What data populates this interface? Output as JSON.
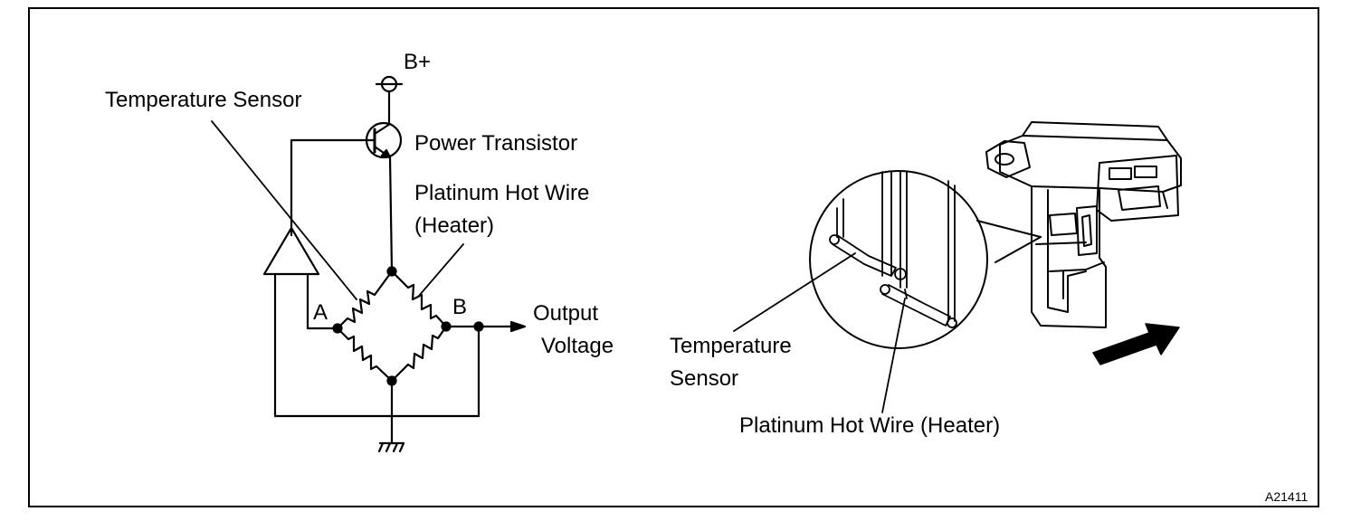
{
  "circuit": {
    "supply_label": "B+",
    "temperature_sensor_label": "Temperature Sensor",
    "power_transistor_label": "Power Transistor",
    "hot_wire_label_line1": "Platinum Hot Wire",
    "hot_wire_label_line2": "(Heater)",
    "node_a_label": "A",
    "node_b_label": "B",
    "output_label_line1": "Output",
    "output_label_line2": "Voltage"
  },
  "sensor_illustration": {
    "temperature_sensor_line1": "Temperature",
    "temperature_sensor_line2": "Sensor",
    "hot_wire_label": "Platinum Hot Wire (Heater)"
  },
  "figure_id": "A21411"
}
